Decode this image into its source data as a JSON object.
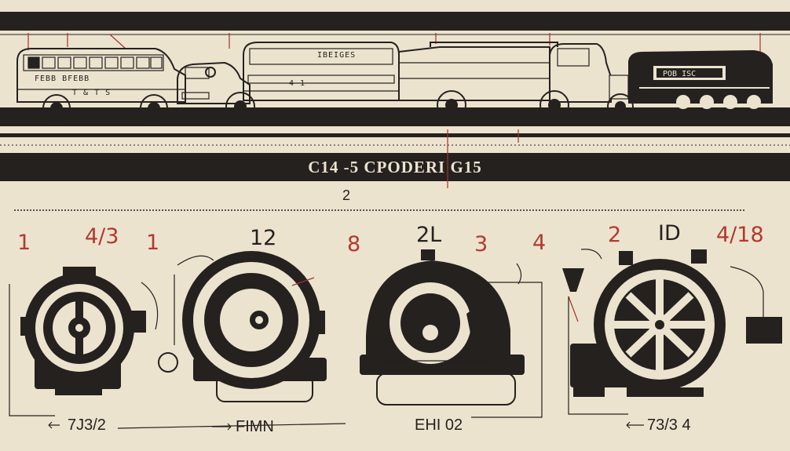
{
  "banner": {
    "title": "C14   -5  CPODERI  G15"
  },
  "subtitle": "2",
  "vehicle_plates": {
    "bus": "FEBB BFEBB",
    "bus_lower": "T & T S",
    "van": "IBEIGES",
    "truck": "4 1",
    "locomotive": "POB ISC"
  },
  "number_labels": [
    {
      "text": "1",
      "tone": "red"
    },
    {
      "text": "4/3",
      "tone": "red"
    },
    {
      "text": "1",
      "tone": "red"
    },
    {
      "text": "12",
      "tone": "dark"
    },
    {
      "text": "8",
      "tone": "red"
    },
    {
      "text": "2L",
      "tone": "dark"
    },
    {
      "text": "3",
      "tone": "red"
    },
    {
      "text": "4",
      "tone": "red"
    },
    {
      "text": "2",
      "tone": "red"
    },
    {
      "text": "ID",
      "tone": "dark"
    },
    {
      "text": "4/18",
      "tone": "red"
    }
  ],
  "bottom_captions": [
    "7J3/2",
    "FIMN",
    "EHI 02",
    "73/3 4"
  ],
  "colors": {
    "paper": "#ece3cf",
    "ink": "#25211f",
    "accent_red": "#a8322c"
  }
}
